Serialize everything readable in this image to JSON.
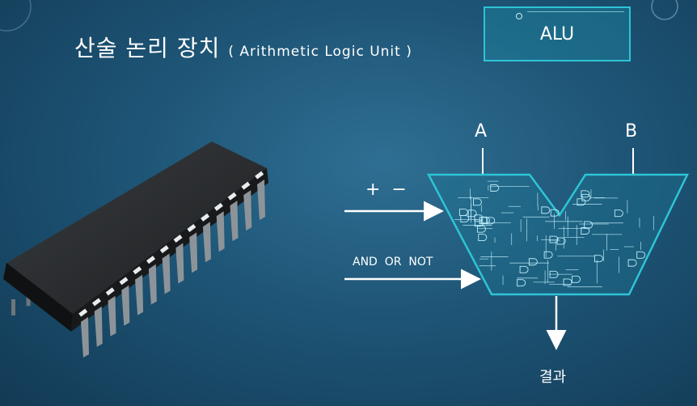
{
  "title": {
    "main": "산술 논리 장치",
    "sub": "( Arithmetic Logic Unit )"
  },
  "badge": {
    "label": "ALU"
  },
  "diagram": {
    "input_a": "A",
    "input_b": "B",
    "op_arith": "+  −",
    "op_logic": "AND  OR  NOT",
    "output": "결과"
  },
  "colors": {
    "outline": "#2ec4d6",
    "circuit": "#bfeefa",
    "arrow": "#ffffff"
  }
}
